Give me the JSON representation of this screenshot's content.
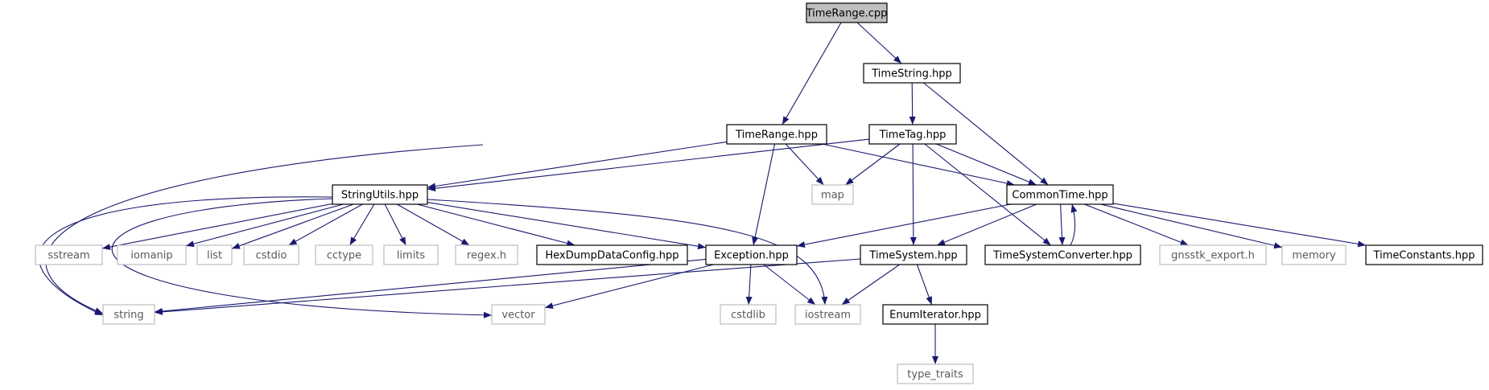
{
  "colors": {
    "edge": "#191970",
    "project_border": "#000000",
    "external_border": "#bfbfbf",
    "external_text": "#5a5a5a",
    "root_fill": "#bfbfbf",
    "fill": "#ffffff"
  },
  "nodes": [
    {
      "id": "timerange_cpp",
      "label": "TimeRange.cpp",
      "kind": "root"
    },
    {
      "id": "timestring_hpp",
      "label": "TimeString.hpp",
      "kind": "project"
    },
    {
      "id": "timerange_hpp",
      "label": "TimeRange.hpp",
      "kind": "project"
    },
    {
      "id": "timetag_hpp",
      "label": "TimeTag.hpp",
      "kind": "project"
    },
    {
      "id": "map",
      "label": "map",
      "kind": "external"
    },
    {
      "id": "stringutils_hpp",
      "label": "StringUtils.hpp",
      "kind": "project"
    },
    {
      "id": "commontime_hpp",
      "label": "CommonTime.hpp",
      "kind": "project"
    },
    {
      "id": "sstream",
      "label": "sstream",
      "kind": "external"
    },
    {
      "id": "iomanip",
      "label": "iomanip",
      "kind": "external"
    },
    {
      "id": "list",
      "label": "list",
      "kind": "external"
    },
    {
      "id": "cstdio",
      "label": "cstdio",
      "kind": "external"
    },
    {
      "id": "cctype",
      "label": "cctype",
      "kind": "external"
    },
    {
      "id": "limits",
      "label": "limits",
      "kind": "external"
    },
    {
      "id": "regex_h",
      "label": "regex.h",
      "kind": "external"
    },
    {
      "id": "hexdump_hpp",
      "label": "HexDumpDataConfig.hpp",
      "kind": "project"
    },
    {
      "id": "exception_hpp",
      "label": "Exception.hpp",
      "kind": "project"
    },
    {
      "id": "timesystem_hpp",
      "label": "TimeSystem.hpp",
      "kind": "project"
    },
    {
      "id": "tsconverter_hpp",
      "label": "TimeSystemConverter.hpp",
      "kind": "project"
    },
    {
      "id": "gnsstk_export_h",
      "label": "gnsstk_export.h",
      "kind": "external"
    },
    {
      "id": "memory",
      "label": "memory",
      "kind": "external"
    },
    {
      "id": "timeconstants_hpp",
      "label": "TimeConstants.hpp",
      "kind": "project"
    },
    {
      "id": "string",
      "label": "string",
      "kind": "external"
    },
    {
      "id": "vector",
      "label": "vector",
      "kind": "external"
    },
    {
      "id": "cstdlib",
      "label": "cstdlib",
      "kind": "external"
    },
    {
      "id": "iostream",
      "label": "iostream",
      "kind": "external"
    },
    {
      "id": "enumiterator_hpp",
      "label": "EnumIterator.hpp",
      "kind": "project"
    },
    {
      "id": "type_traits",
      "label": "type_traits",
      "kind": "external"
    }
  ],
  "edges": [
    [
      "timerange_cpp",
      "timerange_hpp"
    ],
    [
      "timerange_cpp",
      "timestring_hpp"
    ],
    [
      "timestring_hpp",
      "timetag_hpp"
    ],
    [
      "timestring_hpp",
      "commontime_hpp"
    ],
    [
      "timerange_hpp",
      "map"
    ],
    [
      "timerange_hpp",
      "stringutils_hpp"
    ],
    [
      "timerange_hpp",
      "commontime_hpp"
    ],
    [
      "timerange_hpp",
      "exception_hpp"
    ],
    [
      "timerange_hpp",
      "string"
    ],
    [
      "timetag_hpp",
      "map"
    ],
    [
      "timetag_hpp",
      "stringutils_hpp"
    ],
    [
      "timetag_hpp",
      "commontime_hpp"
    ],
    [
      "timetag_hpp",
      "timesystem_hpp"
    ],
    [
      "timetag_hpp",
      "tsconverter_hpp"
    ],
    [
      "stringutils_hpp",
      "sstream"
    ],
    [
      "stringutils_hpp",
      "iomanip"
    ],
    [
      "stringutils_hpp",
      "list"
    ],
    [
      "stringutils_hpp",
      "cstdio"
    ],
    [
      "stringutils_hpp",
      "cctype"
    ],
    [
      "stringutils_hpp",
      "limits"
    ],
    [
      "stringutils_hpp",
      "regex_h"
    ],
    [
      "stringutils_hpp",
      "hexdump_hpp"
    ],
    [
      "stringutils_hpp",
      "exception_hpp"
    ],
    [
      "stringutils_hpp",
      "string"
    ],
    [
      "stringutils_hpp",
      "vector"
    ],
    [
      "stringutils_hpp",
      "iostream"
    ],
    [
      "commontime_hpp",
      "exception_hpp"
    ],
    [
      "commontime_hpp",
      "timesystem_hpp"
    ],
    [
      "commontime_hpp",
      "tsconverter_hpp"
    ],
    [
      "commontime_hpp",
      "gnsstk_export_h"
    ],
    [
      "commontime_hpp",
      "memory"
    ],
    [
      "commontime_hpp",
      "timeconstants_hpp"
    ],
    [
      "tsconverter_hpp",
      "commontime_hpp"
    ],
    [
      "exception_hpp",
      "string"
    ],
    [
      "exception_hpp",
      "vector"
    ],
    [
      "exception_hpp",
      "cstdlib"
    ],
    [
      "exception_hpp",
      "iostream"
    ],
    [
      "timesystem_hpp",
      "string"
    ],
    [
      "timesystem_hpp",
      "iostream"
    ],
    [
      "timesystem_hpp",
      "enumiterator_hpp"
    ],
    [
      "enumiterator_hpp",
      "type_traits"
    ]
  ]
}
